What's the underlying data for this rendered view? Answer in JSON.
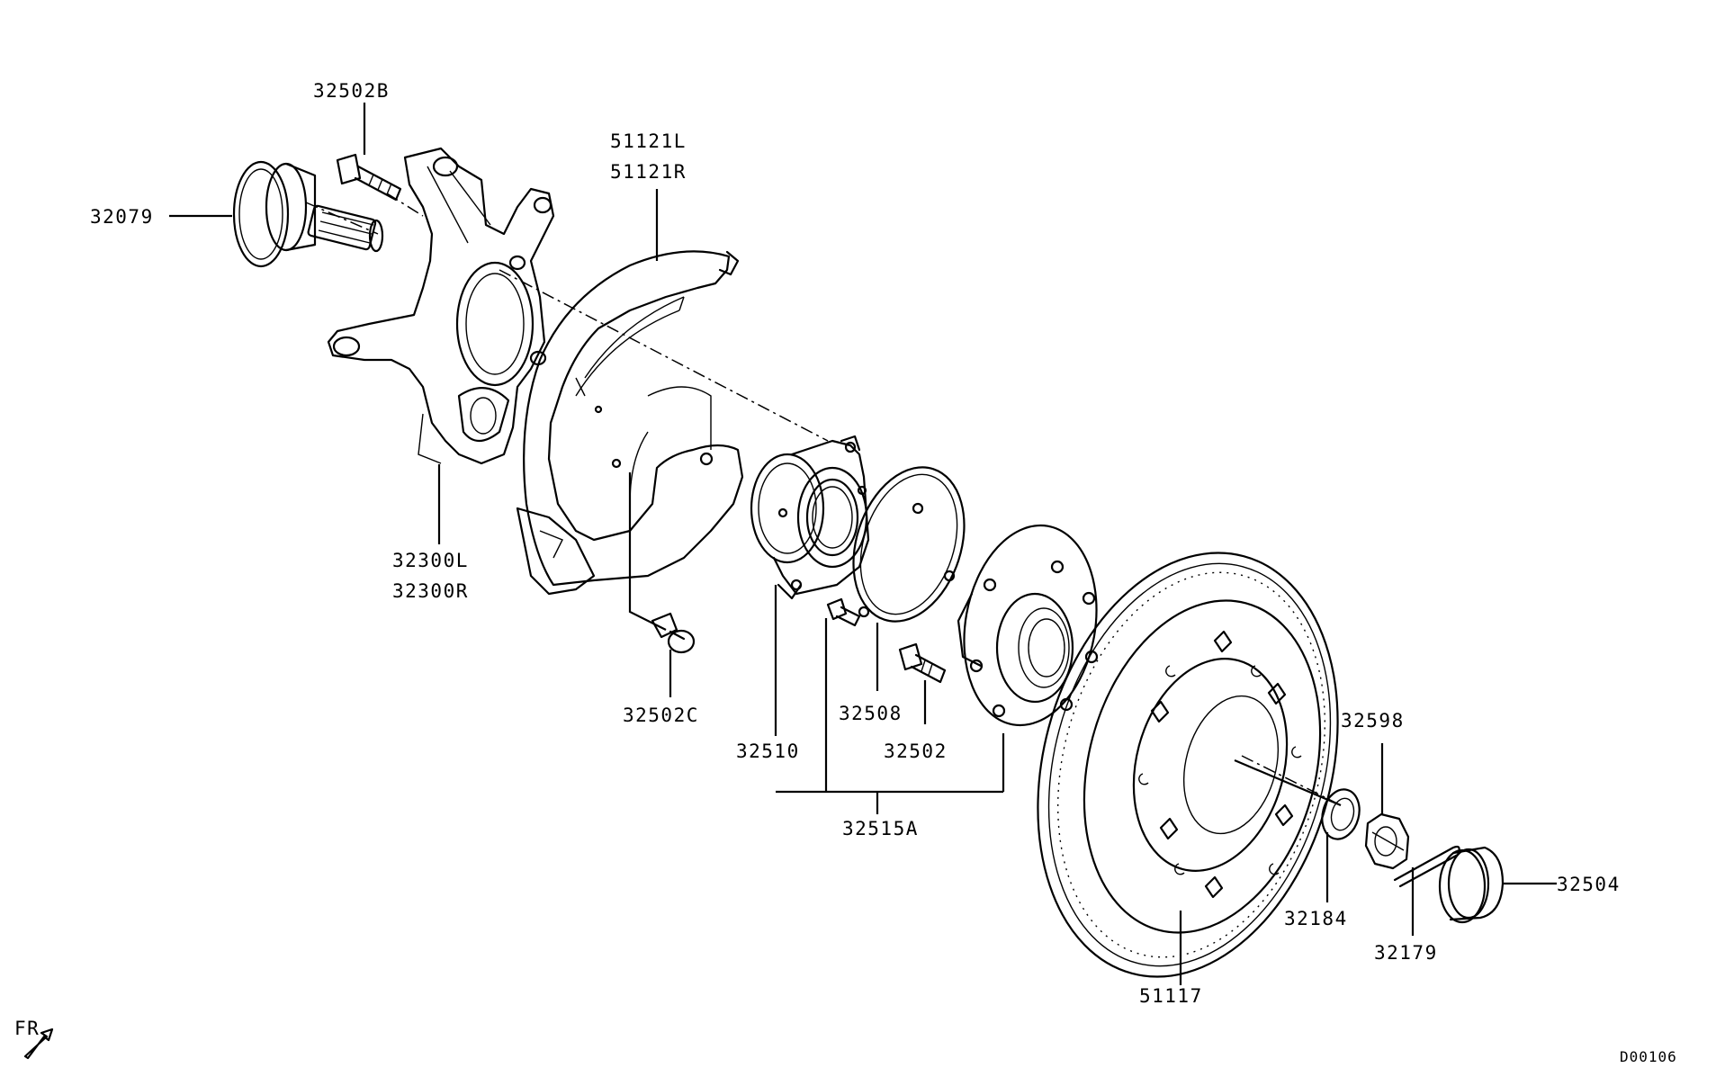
{
  "labels": {
    "p32502B": "32502B",
    "p32079": "32079",
    "p51121L": "51121L",
    "p51121R": "51121R",
    "p32300L": "32300L",
    "p32300R": "32300R",
    "p32502C": "32502C",
    "p32508": "32508",
    "p32510": "32510",
    "p32502": "32502",
    "p32515A": "32515A",
    "p32598": "32598",
    "p32504": "32504",
    "p32184": "32184",
    "p32179": "32179",
    "p51117": "51117",
    "fr": "FR",
    "code": "D00106"
  }
}
